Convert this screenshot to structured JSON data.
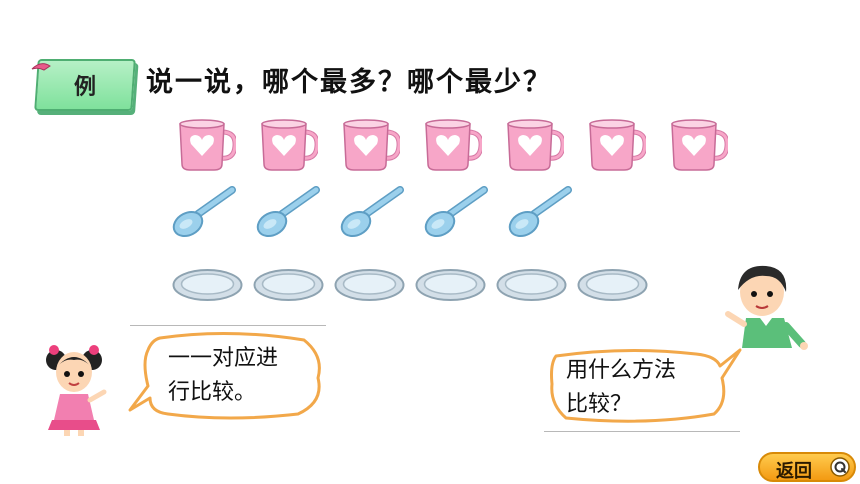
{
  "example": {
    "label": "例"
  },
  "question": "说一说，哪个最多？哪个最少？",
  "objects": {
    "cups": 7,
    "spoons": 5,
    "plates": 6
  },
  "girl_bubble": {
    "line1": "一一对应进",
    "line2": "行比较。"
  },
  "boy_bubble": {
    "line1": "用什么方法",
    "line2": "比较？"
  },
  "back_button": {
    "label": "返回"
  },
  "colors": {
    "cup": "#f7a6c8",
    "spoon": "#9bd0ec",
    "plate": "#e6f1f8",
    "tag": "#7fe19c",
    "button": "#f6a623"
  }
}
